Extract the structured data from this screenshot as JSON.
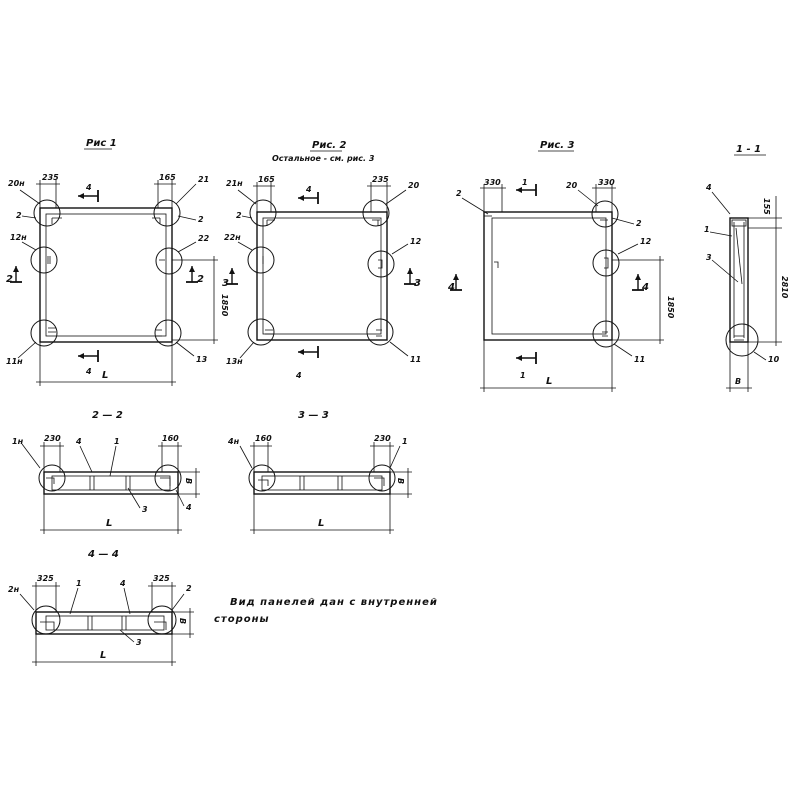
{
  "figures": {
    "fig1": {
      "title": "Рис 1",
      "callout_20n": "20н",
      "callout_2": "2",
      "callout_12n": "12н",
      "callout_2s": "2",
      "callout_11n": "11н",
      "callout_21": "21",
      "callout_2r": "2",
      "callout_22": "22",
      "callout_2sr": "2",
      "callout_13": "13",
      "dim_top_left": "235",
      "dim_top_right": "165",
      "dim_height": "1850",
      "dim_width": "L",
      "section_4_top": "4",
      "section_4_bottom": "4"
    },
    "fig2": {
      "title": "Рис. 2",
      "subtitle": "Остальное - см. рис. 3",
      "callout_21n": "21н",
      "callout_2": "2",
      "callout_22n": "22н",
      "callout_3s": "3",
      "callout_13n": "13н",
      "callout_20": "20",
      "callout_12": "12",
      "callout_3sr": "3",
      "callout_11": "11",
      "dim_top_left": "165",
      "dim_top_right": "235",
      "section_4_top": "4",
      "section_4_bottom": "4"
    },
    "fig3": {
      "title": "Рис. 3",
      "callout_2": "2",
      "callout_20": "20",
      "callout_2r": "2",
      "callout_12": "12",
      "callout_11": "11",
      "callout_4s": "4",
      "callout_4sr": "4",
      "dim_top_left": "330",
      "dim_top_right": "330",
      "dim_height": "1850",
      "dim_width": "L",
      "section_1_top": "1",
      "section_1_bottom": "1"
    },
    "sec11": {
      "title": "1 - 1",
      "callout_4": "4",
      "callout_1": "1",
      "callout_3": "3",
      "callout_10": "10",
      "dim_top": "155",
      "dim_height": "2810",
      "dim_width": "B"
    },
    "sec22": {
      "title": "2 — 2",
      "callout_1n": "1н",
      "callout_4": "4",
      "callout_1": "1",
      "callout_3": "3",
      "callout_4r": "4",
      "dim_left": "230",
      "dim_right": "160",
      "dim_height": "B",
      "dim_width": "L"
    },
    "sec33": {
      "title": "3 — 3",
      "callout_4n": "4н",
      "callout_1": "1",
      "dim_left": "160",
      "dim_right": "230",
      "dim_height": "B",
      "dim_width": "L"
    },
    "sec44": {
      "title": "4 — 4",
      "callout_2n": "2н",
      "callout_1": "1",
      "callout_4": "4",
      "callout_2": "2",
      "callout_3": "3",
      "dim_left": "325",
      "dim_right": "325",
      "dim_height": "B",
      "dim_width": "L"
    }
  },
  "note": {
    "line1": "Вид панелей дан с внутренней",
    "line2": "стороны"
  }
}
